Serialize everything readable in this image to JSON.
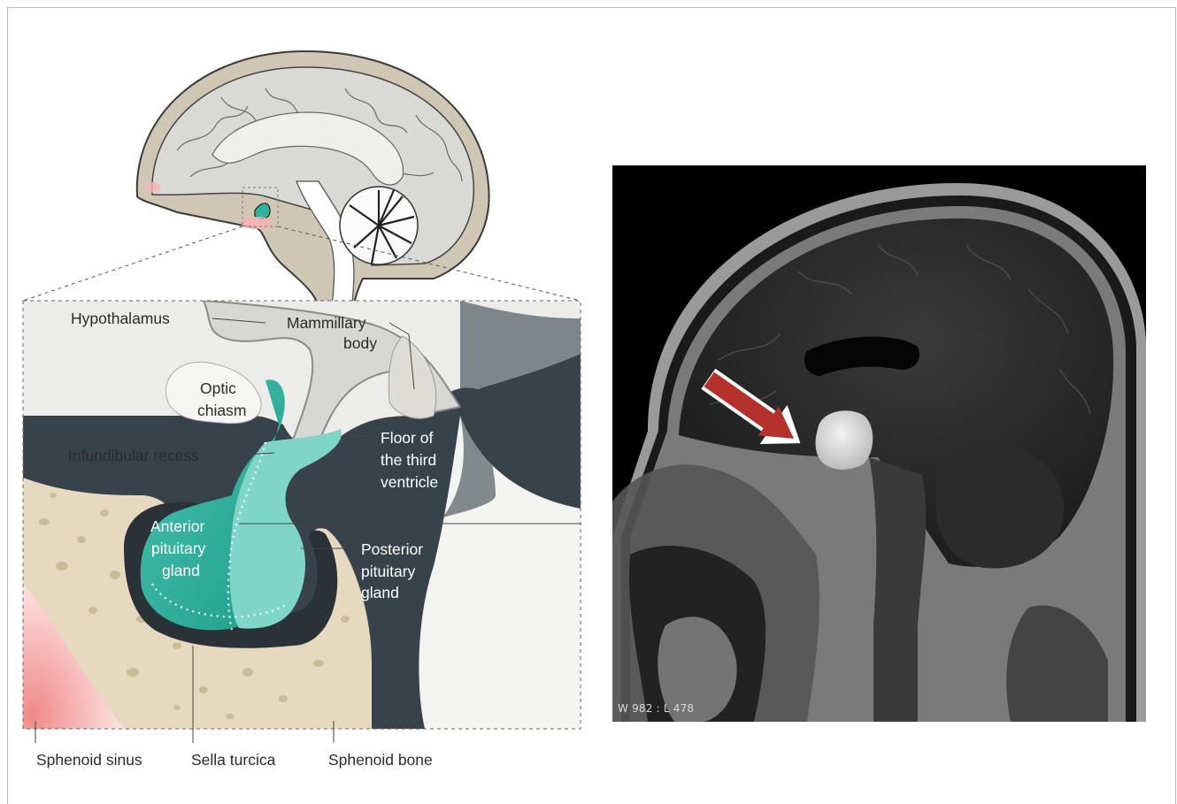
{
  "anatomy": {
    "labels": {
      "hypothalamus": "Hypothalamus",
      "mammillary_1": "Mammillary",
      "mammillary_2": "body",
      "optic_1": "Optic",
      "optic_2": "chiasm",
      "infundibular": "Infundibular recess",
      "floor_1": "Floor of",
      "floor_2": "the third",
      "floor_3": "ventricle",
      "anterior_1": "Anterior",
      "anterior_2": "pituitary",
      "anterior_3": "gland",
      "posterior_1": "Posterior",
      "posterior_2": "pituitary",
      "posterior_3": "gland",
      "sphenoid_sinus": "Sphenoid sinus",
      "sella_turcica": "Sella turcica",
      "sphenoid_bone": "Sphenoid bone"
    },
    "colors": {
      "pituitary": "#2fb3a0",
      "posterior": "#7fd6c8",
      "dark_tissue": "#37424a",
      "bone": "#e6d9bf",
      "sinus": "#f7a8a8",
      "brain": "#d9d9d6"
    }
  },
  "mri": {
    "readout": "W 982 : L 478",
    "arrow_color": "#b5312c"
  }
}
